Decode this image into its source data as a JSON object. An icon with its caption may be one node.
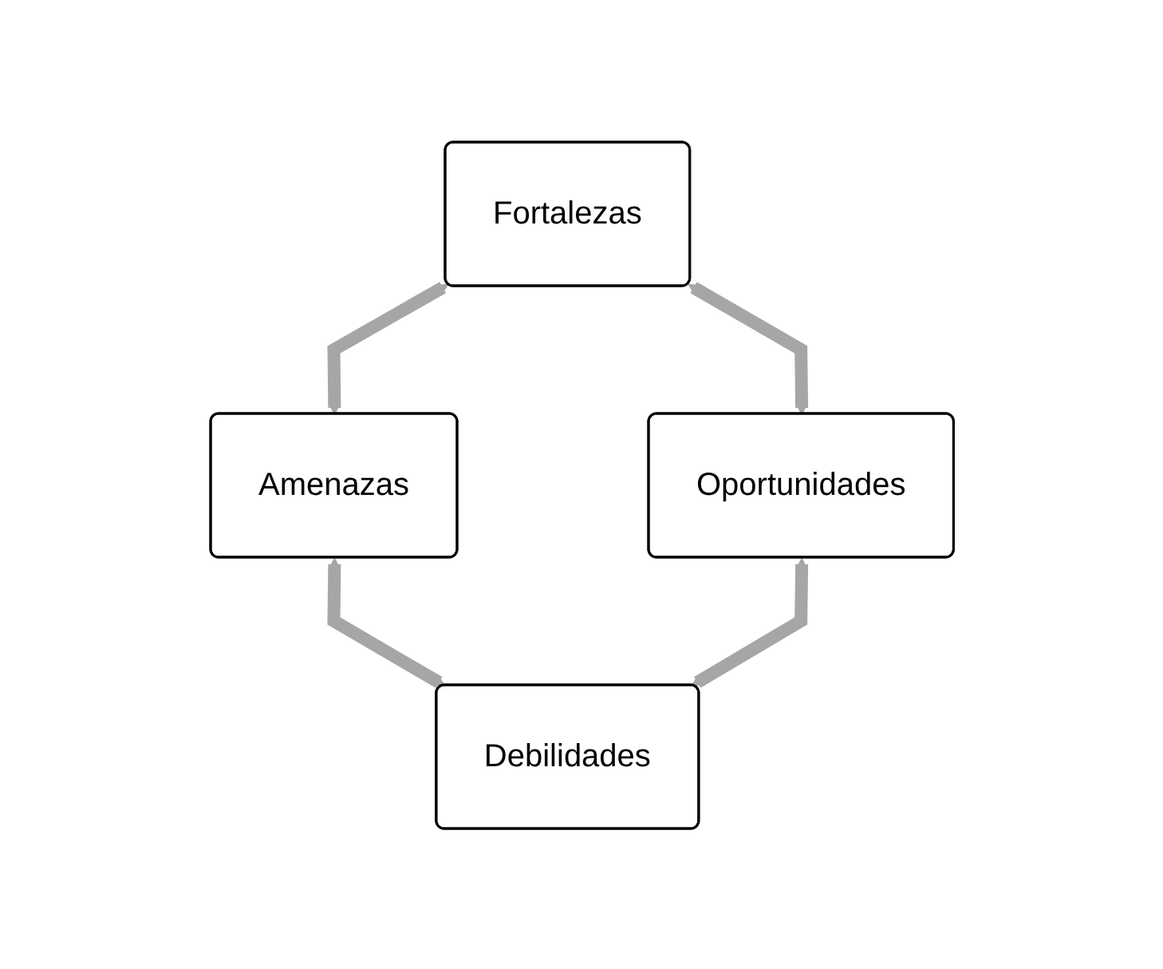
{
  "diagram": {
    "nodes": [
      {
        "text": [
          "Fortalezas"
        ]
      },
      {
        "text": [
          "Amenazas"
        ]
      },
      {
        "text": [
          "Oportunidades"
        ]
      },
      {
        "text": [
          "Debilidades"
        ]
      }
    ],
    "edges": [
      {
        "from": 0,
        "to": 1,
        "arrow": "both"
      },
      {
        "from": 0,
        "to": 2,
        "arrow": "both"
      },
      {
        "from": 1,
        "to": 3,
        "arrow": "both"
      },
      {
        "from": 2,
        "to": 3,
        "arrow": "both"
      }
    ]
  }
}
